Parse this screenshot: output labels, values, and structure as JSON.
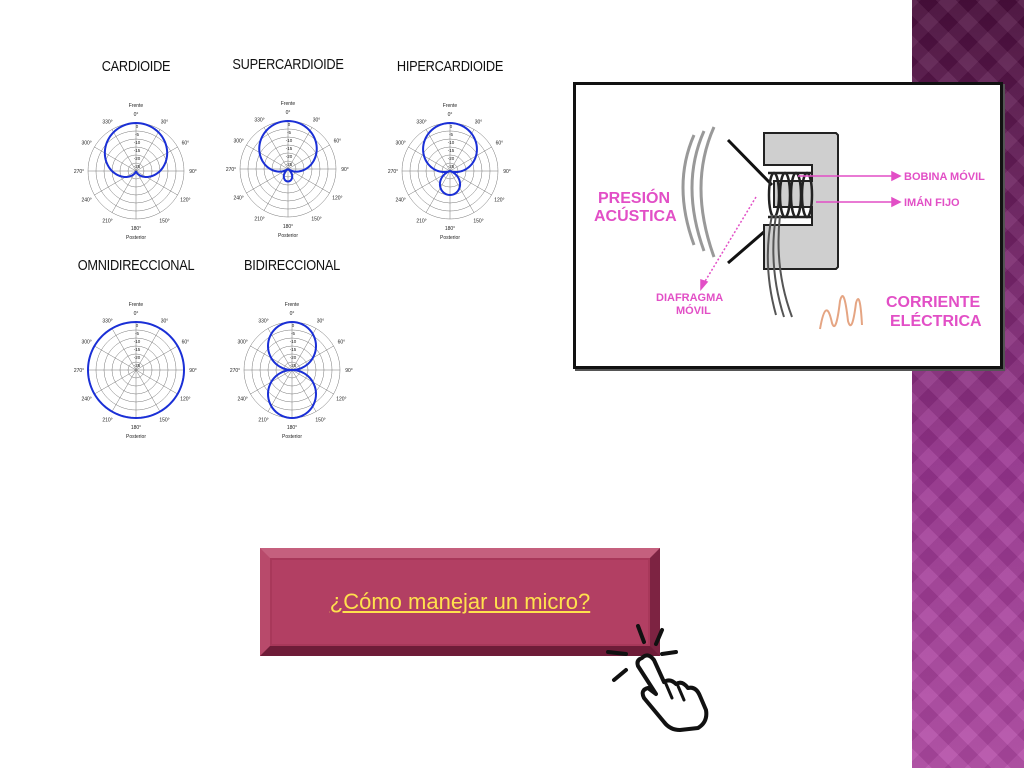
{
  "polar_common": {
    "front": "Frente",
    "rear": "Posterior",
    "angles": [
      "0°",
      "30°",
      "60°",
      "90°",
      "120°",
      "150°",
      "180°",
      "210°",
      "240°",
      "270°",
      "300°",
      "330°"
    ],
    "db_scale": [
      "0",
      "-5",
      "-10",
      "-15",
      "-20",
      "-25"
    ]
  },
  "patterns": [
    {
      "title": "CARDIOIDE",
      "pattern": "cardioid"
    },
    {
      "title": "SUPERCARDIOIDE",
      "pattern": "supercardioid"
    },
    {
      "title": "HIPERCARDIOIDE",
      "pattern": "hypercardioid"
    },
    {
      "title": "OMNIDIRECCIONAL",
      "pattern": "omni"
    },
    {
      "title": "BIDIRECCIONAL",
      "pattern": "figure8"
    }
  ],
  "mic_diagram": {
    "acoustic_pressure": [
      "PRESIÓN",
      "ACÚSTICA"
    ],
    "moving_coil": "BOBINA MÓVIL",
    "fixed_magnet": "IMÁN FIJO",
    "diaphragm": [
      "DIAFRAGMA",
      "MÓVIL"
    ],
    "current": [
      "CORRIENTE",
      "ELÉCTRICA"
    ]
  },
  "link": {
    "label": "¿Cómo manejar un micro?"
  },
  "colors": {
    "pattern_line": "#1a2fd6",
    "accent": "#e24fc6",
    "band": "#8a2d80",
    "button": "#b23f63",
    "link_text": "#ffe14d"
  }
}
